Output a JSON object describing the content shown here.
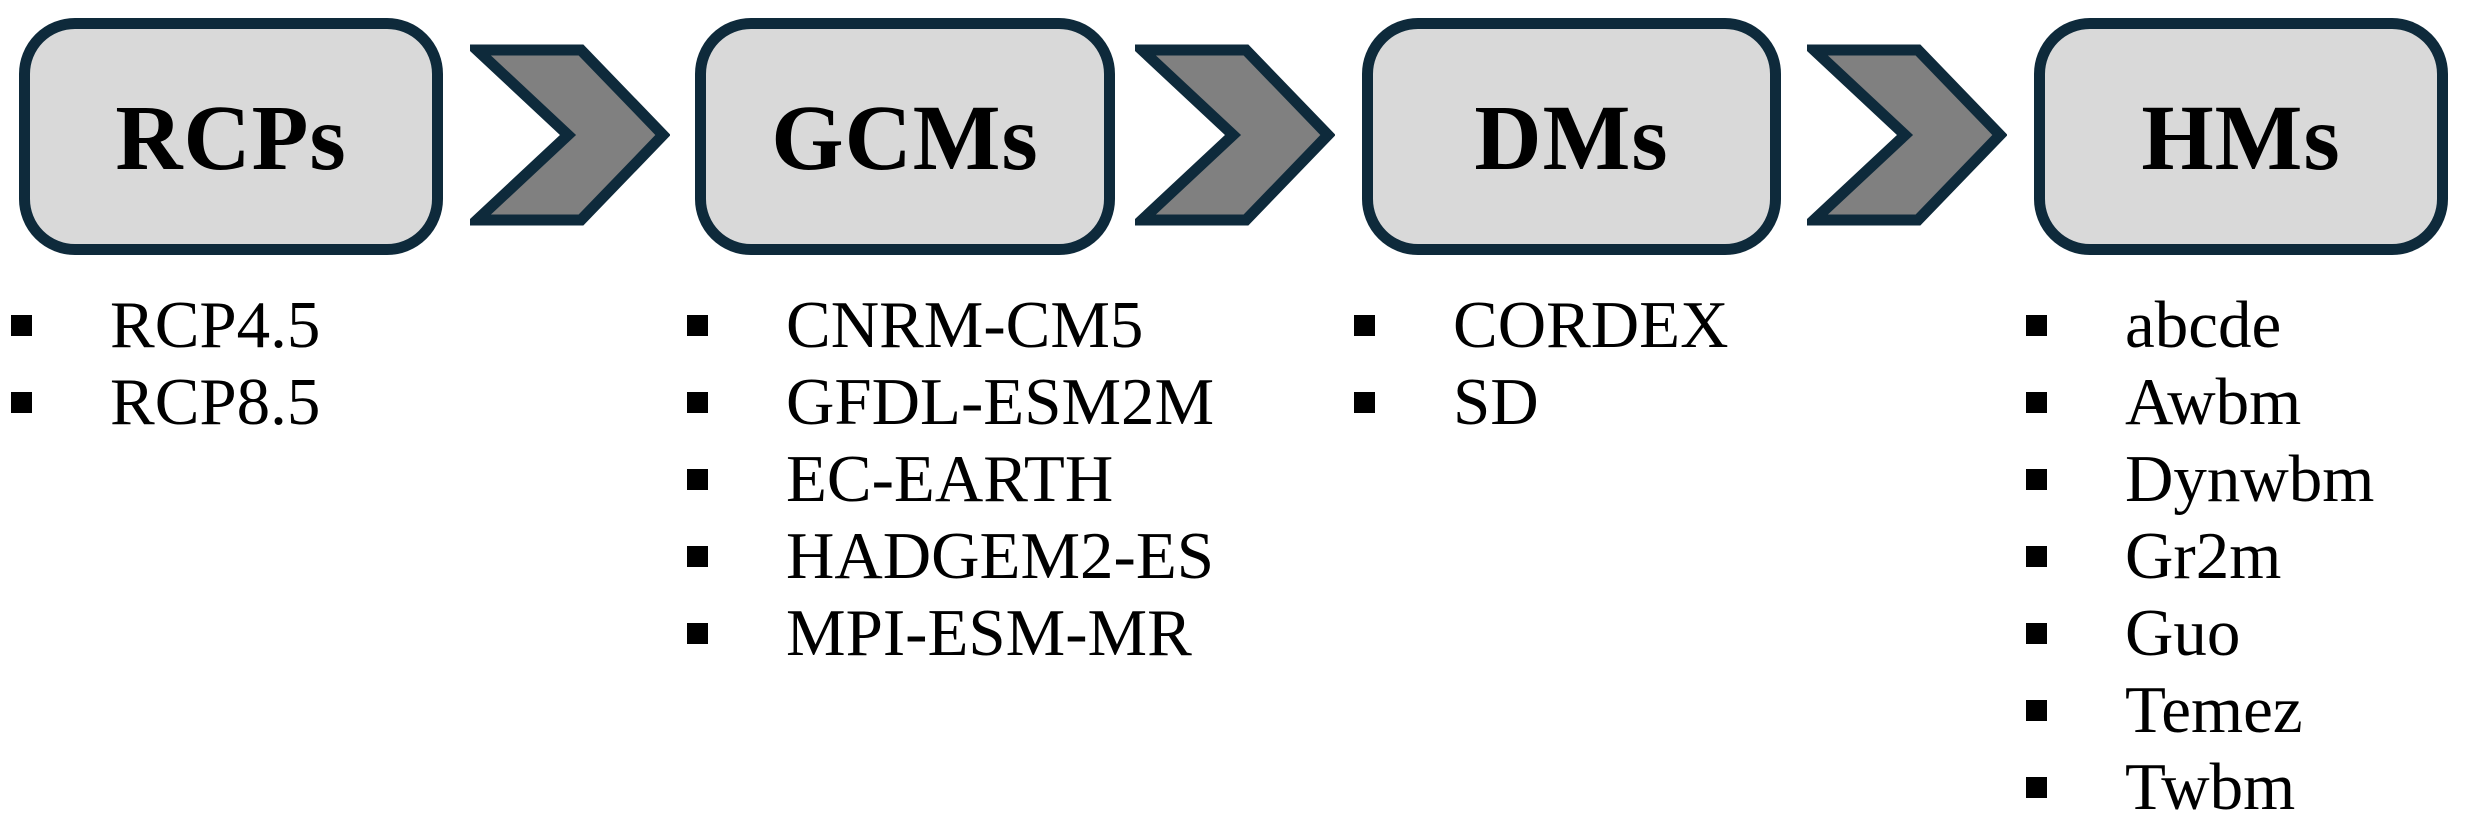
{
  "diagram": {
    "description_colors": {
      "box-border": "#0E2A3B",
      "box-fill": "#D9D9D9",
      "chevron-fill": "#808080",
      "bullet-color": "#000000",
      "text-color": "#000000",
      "page-bg": "#FFFFFF"
    },
    "columns": [
      {
        "id": "rcps",
        "box_label": "RCPs",
        "items": [
          "RCP4.5",
          "RCP8.5"
        ]
      },
      {
        "id": "gcms",
        "box_label": "GCMs",
        "items": [
          "CNRM-CM5",
          "GFDL-ESM2M",
          "EC-EARTH",
          "HADGEM2-ES",
          "MPI-ESM-MR"
        ]
      },
      {
        "id": "dms",
        "box_label": "DMs",
        "items": [
          "CORDEX",
          "SD"
        ]
      },
      {
        "id": "hms",
        "box_label": "HMs",
        "items": [
          "abcde",
          "Awbm",
          "Dynwbm",
          "Gr2m",
          "Guo",
          "Temez",
          "Twbm"
        ]
      }
    ],
    "arrows": [
      {
        "icon": "chevron-right-icon"
      },
      {
        "icon": "chevron-right-icon"
      },
      {
        "icon": "chevron-right-icon"
      }
    ]
  }
}
